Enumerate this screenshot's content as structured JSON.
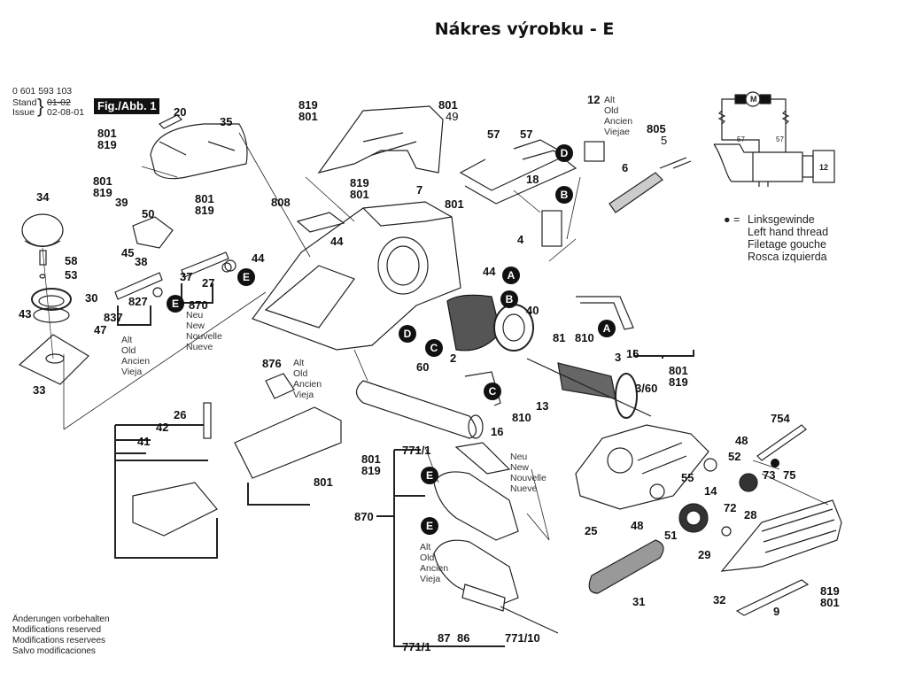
{
  "header": {
    "title": "Nákres výrobku - E"
  },
  "docinfo": {
    "part_number": "0 601 593 103",
    "stand_label": "Stand",
    "issue_label": "Issue",
    "stand_struck": "01-02",
    "issue_date": "02-08-01",
    "figure_label": "Fig./Abb. 1"
  },
  "legend": {
    "symbol": "● =",
    "lines": [
      "Linksgewinde",
      "Left hand thread",
      "Filetage gouche",
      "Rosca izquierda"
    ]
  },
  "footer_notes": [
    "Änderungen vorbehalten",
    "Modifications reserved",
    "Modifications reservees",
    "Salvo modificaciones"
  ],
  "lang_blocks": {
    "old": [
      "Alt",
      "Old",
      "Ancien",
      "Vieja"
    ],
    "old_12": [
      "Alt",
      "Old",
      "Ancien",
      "Viejae"
    ],
    "new": [
      "Neu",
      "New",
      "Nouvelle",
      "Nueve"
    ]
  },
  "wiring": {
    "motor": "M",
    "wire_a": "57",
    "wire_b": "57",
    "switch": "12"
  },
  "markers": {
    "A": "A",
    "B": "B",
    "C": "C",
    "D": "D",
    "E": "E"
  },
  "parts": {
    "p20": "20",
    "p35": "35",
    "p801a": "801",
    "p819a": "819",
    "p34": "34",
    "p39": "39",
    "p50": "50",
    "p801b": "801",
    "p819b": "819",
    "p801c": "801",
    "p819c": "819",
    "p58": "58",
    "p53": "53",
    "p45": "45",
    "p38": "38",
    "p44a": "44",
    "p37": "37",
    "p27": "27",
    "p30": "30",
    "p827": "827",
    "p837": "837",
    "p870a": "870",
    "p43": "43",
    "p47": "47",
    "p33": "33",
    "p819d": "819",
    "p801d": "801",
    "p801e": "801",
    "p49": "49",
    "p819e": "819",
    "p801f": "801",
    "p7": "7",
    "p808": "808",
    "p801g": "801",
    "p44b": "44",
    "p44c": "44",
    "p57a": "57",
    "p57b": "57",
    "p18": "18",
    "p4": "4",
    "p12": "12",
    "p805": "805",
    "p5": "5",
    "p6": "6",
    "p876": "876",
    "p60": "60",
    "p2": "2",
    "p40": "40",
    "p81": "81",
    "p810a": "810",
    "p16a": "16",
    "p13": "13",
    "p810b": "810",
    "p16b": "16",
    "p3": "3",
    "p360": "3/60",
    "p801h": "801",
    "p819h": "819",
    "p26": "26",
    "p42": "42",
    "p41": "41",
    "p801i": "801",
    "p819i": "819",
    "p801j": "801",
    "p7711a": "771/1",
    "p870b": "870",
    "p87": "87",
    "p86": "86",
    "p77110": "771/10",
    "p7711b": "771/1",
    "p754": "754",
    "p48a": "48",
    "p52": "52",
    "p73": "73",
    "p75": "75",
    "p55": "55",
    "p14": "14",
    "p28": "28",
    "p72": "72",
    "p48b": "48",
    "p51": "51",
    "p29": "29",
    "p25": "25",
    "p31": "31",
    "p32": "32",
    "p9": "9",
    "p819k": "819",
    "p801k": "801"
  }
}
